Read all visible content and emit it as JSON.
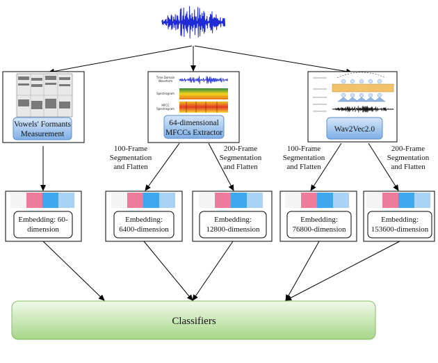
{
  "feature_extractors": {
    "formants": {
      "label_line1": "Vowels' Formants",
      "label_line2": "Measurement"
    },
    "mfcc": {
      "label_line1": "64-dimensional",
      "label_line2": "MFCCs Extractor"
    },
    "wav2vec": {
      "label": "Wav2Vec2.0"
    }
  },
  "mfcc_panels": [
    {
      "line1": "Time Domain",
      "line2": "Waveform"
    },
    {
      "line1": "Spectrogram",
      "line2": ""
    },
    {
      "line1": "MFCC",
      "line2": "Spectrogram"
    }
  ],
  "segmentation": {
    "mfcc_100": [
      "100-Frame",
      "Segmentation",
      "and Flatten"
    ],
    "mfcc_200": [
      "200-Frame",
      "Segmentation",
      "and Flatten"
    ],
    "w2v_100": [
      "100-Frame",
      "Segmentation",
      "and Flatten"
    ],
    "w2v_200": [
      "200-Frame",
      "Segmentation",
      "and Flatten"
    ]
  },
  "embeddings": [
    {
      "line1": "Embedding: 60-",
      "line2": "dimension"
    },
    {
      "line1": "Embedding:",
      "line2": "6400-dimension"
    },
    {
      "line1": "Embedding:",
      "line2": "12800-dimension"
    },
    {
      "line1": "Embedding:",
      "line2": "76800-dimension"
    },
    {
      "line1": "Embedding:",
      "line2": "153600-dimension"
    }
  ],
  "embedding_colors": [
    "#f4f4f4",
    "#ee7b9c",
    "#3ea7ee",
    "#a9d2f7"
  ],
  "classifier": {
    "label": "Classifiers"
  },
  "colors": {
    "blue_box_top": "#cfe2f7",
    "blue_box_bottom": "#7fb0e8",
    "classifier_top": "#eef8e6",
    "classifier_bottom": "#a9d88c",
    "waveform": "#1f2cd6"
  }
}
